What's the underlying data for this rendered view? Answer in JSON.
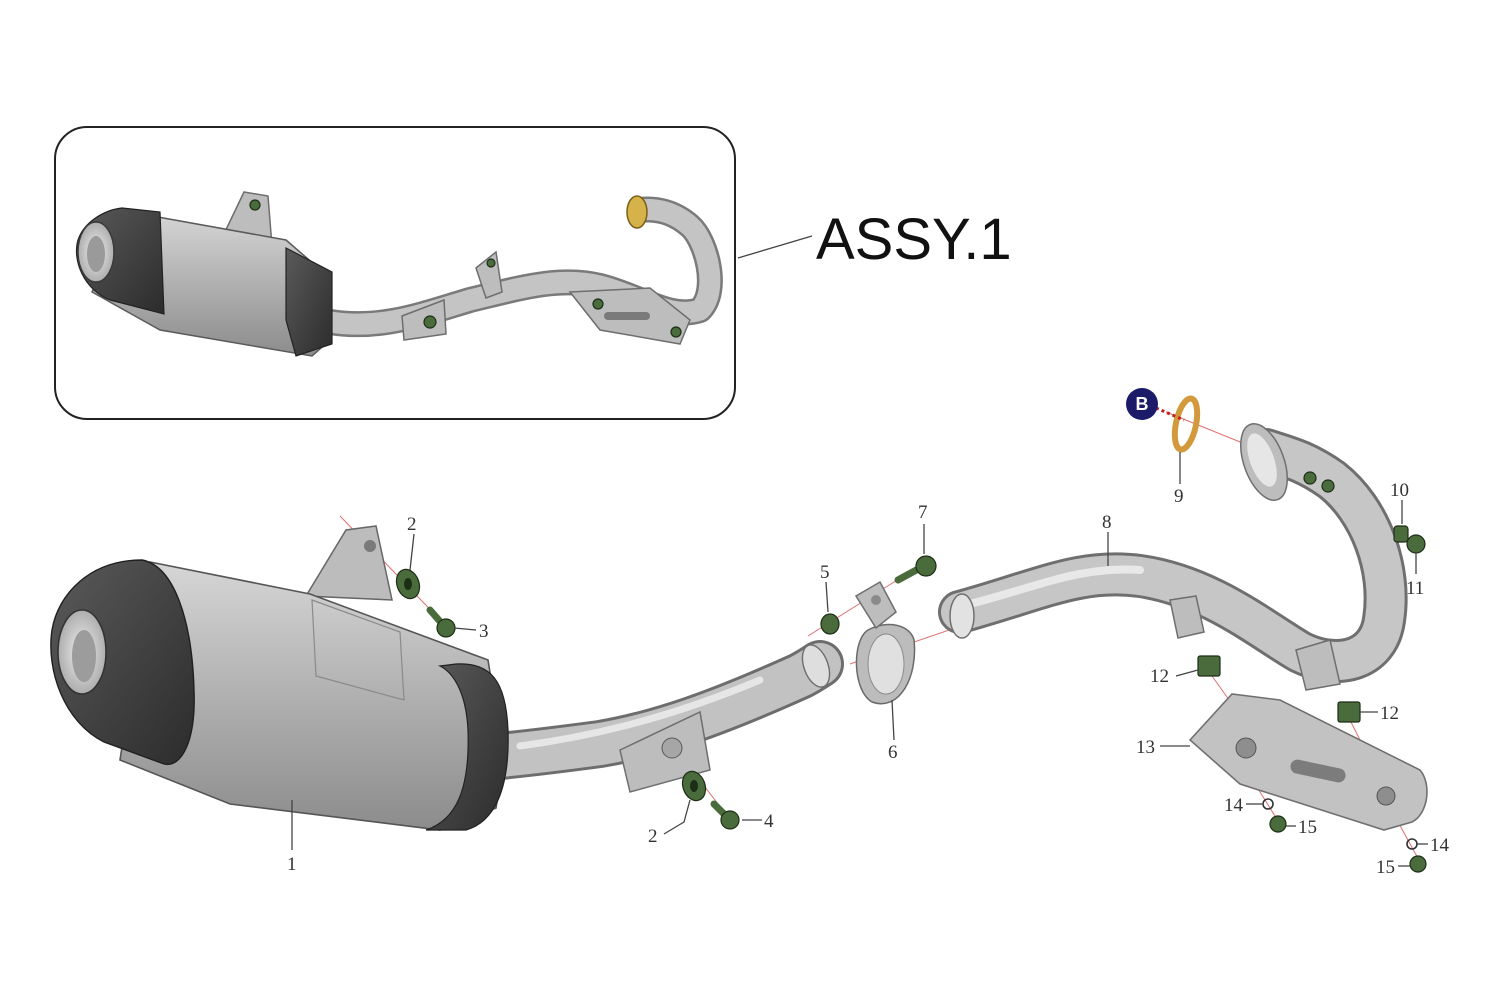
{
  "assembly_label": "ASSY.1",
  "reference_marker": "B",
  "colors": {
    "muffler_body": "#b5b5b5",
    "end_cap": "#4a4a4a",
    "pipe": "#bcbcbc",
    "hardware": "#4a6b3c",
    "gasket": "#d29a3c",
    "marker": "#1b1b6a",
    "axis_lines": "#e07070"
  },
  "callouts": {
    "c1": "1",
    "c2a": "2",
    "c2b": "2",
    "c3": "3",
    "c4": "4",
    "c5": "5",
    "c6": "6",
    "c7": "7",
    "c8": "8",
    "c9": "9",
    "c10": "10",
    "c11": "11",
    "c12a": "12",
    "c12b": "12",
    "c13": "13",
    "c14a": "14",
    "c14b": "14",
    "c15a": "15",
    "c15b": "15"
  }
}
